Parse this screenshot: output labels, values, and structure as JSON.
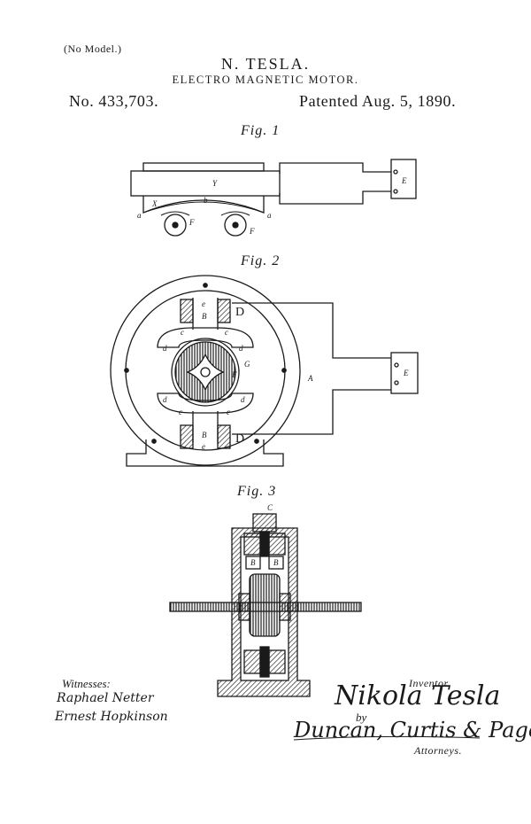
{
  "header": {
    "no_model": "(No Model.)",
    "inventor_name": "N. TESLA.",
    "invention_title": "ELECTRO MAGNETIC MOTOR.",
    "patent_number": "No. 433,703.",
    "patent_date": "Patented Aug. 5, 1890."
  },
  "figures": {
    "fig1_label": "Fig. 1",
    "fig2_label": "Fig. 2",
    "fig3_label": "Fig. 3"
  },
  "fig1_labels": {
    "magnet": "Y",
    "armature": "b",
    "left_x": "X",
    "left_a": "a",
    "right_a": "a",
    "left_f": "F",
    "right_f": "F",
    "terminal": "E"
  },
  "fig2_labels": {
    "top_e": "e",
    "top_b": "B",
    "top_d": "D",
    "left_d": "d",
    "c1": "c",
    "c2": "c",
    "c3": "c",
    "c4": "c",
    "right_d": "d",
    "lower_left_d": "d",
    "lower_right_d": "d",
    "g": "G",
    "f": "F",
    "frame": "A",
    "terminal": "E",
    "bottom_b": "B",
    "bottom_e": "e",
    "bottom_d": "D"
  },
  "fig3_labels": {
    "top_c": "C",
    "left_b": "B",
    "right_b": "B"
  },
  "signatures": {
    "witnesses_label": "Witnesses:",
    "witness_1": "Raphael Netter",
    "witness_2": "Ernest Hopkinson",
    "inventor_label": "Inventor",
    "inventor_signature": "Nikola Tesla",
    "by_label": "by",
    "attorneys_signature": "Duncan, Curtis & Page",
    "attorneys_label": "Attorneys."
  }
}
